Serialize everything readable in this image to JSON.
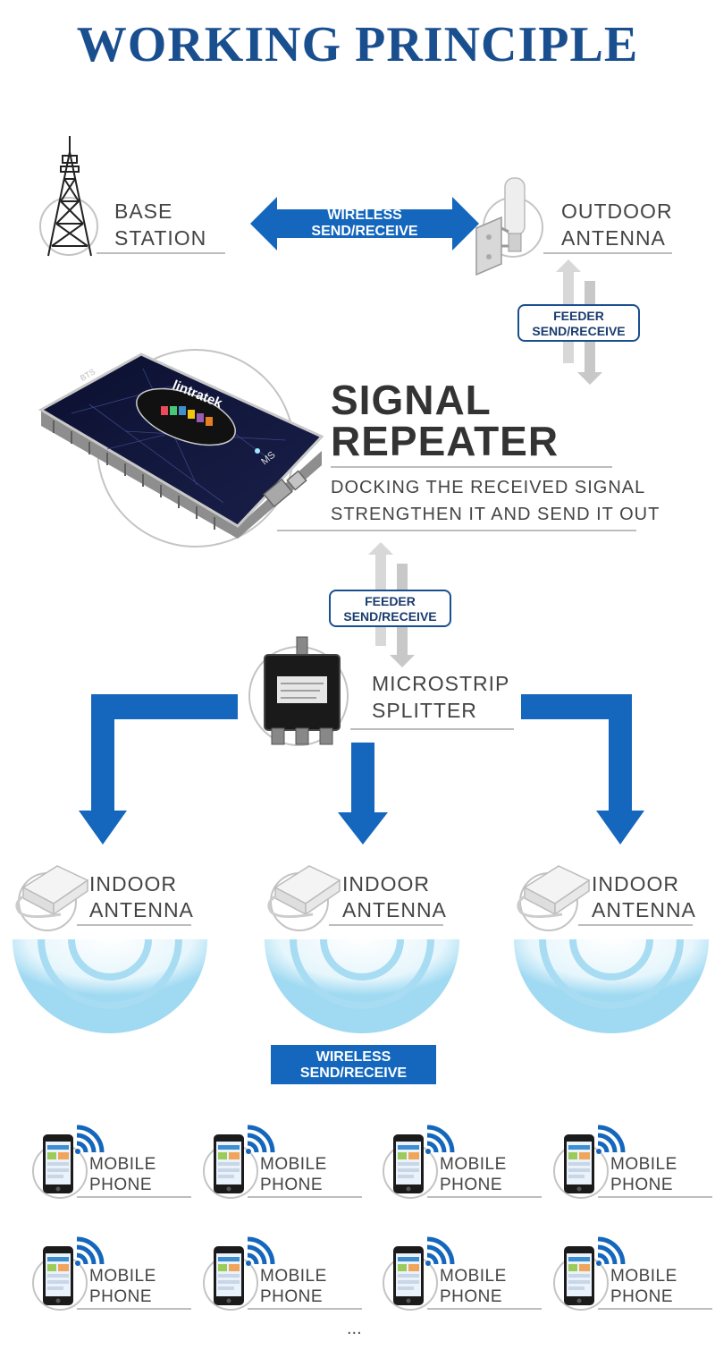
{
  "title": "WORKING PRINCIPLE",
  "base_station": {
    "line1": "BASE",
    "line2": "STATION",
    "icon": "tower-icon"
  },
  "outdoor_antenna": {
    "line1": "OUTDOOR",
    "line2": "ANTENNA",
    "icon": "outdoor-antenna-icon"
  },
  "wireless_top": {
    "line1": "WIRELESS",
    "line2": "SEND/RECEIVE"
  },
  "feeder_top": {
    "line1": "FEEDER",
    "line2": "SEND/RECEIVE"
  },
  "repeater": {
    "title1": "SIGNAL",
    "title2": "REPEATER",
    "desc1": "DOCKING THE RECEIVED SIGNAL",
    "desc2": "STRENGTHEN IT AND SEND IT OUT",
    "brand": "lintratek",
    "port_bts": "BTS",
    "port_ms": "MS"
  },
  "feeder_bottom": {
    "line1": "FEEDER",
    "line2": "SEND/RECEIVE"
  },
  "splitter": {
    "line1": "MICROSTRIP",
    "line2": "SPLITTER",
    "icon": "splitter-icon"
  },
  "indoor_antennas": [
    {
      "line1": "INDOOR",
      "line2": "ANTENNA"
    },
    {
      "line1": "INDOOR",
      "line2": "ANTENNA"
    },
    {
      "line1": "INDOOR",
      "line2": "ANTENNA"
    }
  ],
  "wireless_bottom": {
    "line1": "WIRELESS",
    "line2": "SEND/RECEIVE"
  },
  "phones": [
    {
      "line1": "MOBILE",
      "line2": "PHONE"
    },
    {
      "line1": "MOBILE",
      "line2": "PHONE"
    },
    {
      "line1": "MOBILE",
      "line2": "PHONE"
    },
    {
      "line1": "MOBILE",
      "line2": "PHONE"
    },
    {
      "line1": "MOBILE",
      "line2": "PHONE"
    },
    {
      "line1": "MOBILE",
      "line2": "PHONE"
    },
    {
      "line1": "MOBILE",
      "line2": "PHONE"
    },
    {
      "line1": "MOBILE",
      "line2": "PHONE"
    }
  ],
  "ellipsis": "...",
  "colors": {
    "primary_blue": "#1467bd",
    "title_blue": "#1a4f8f",
    "wave_blue": "#bfe6f7"
  }
}
